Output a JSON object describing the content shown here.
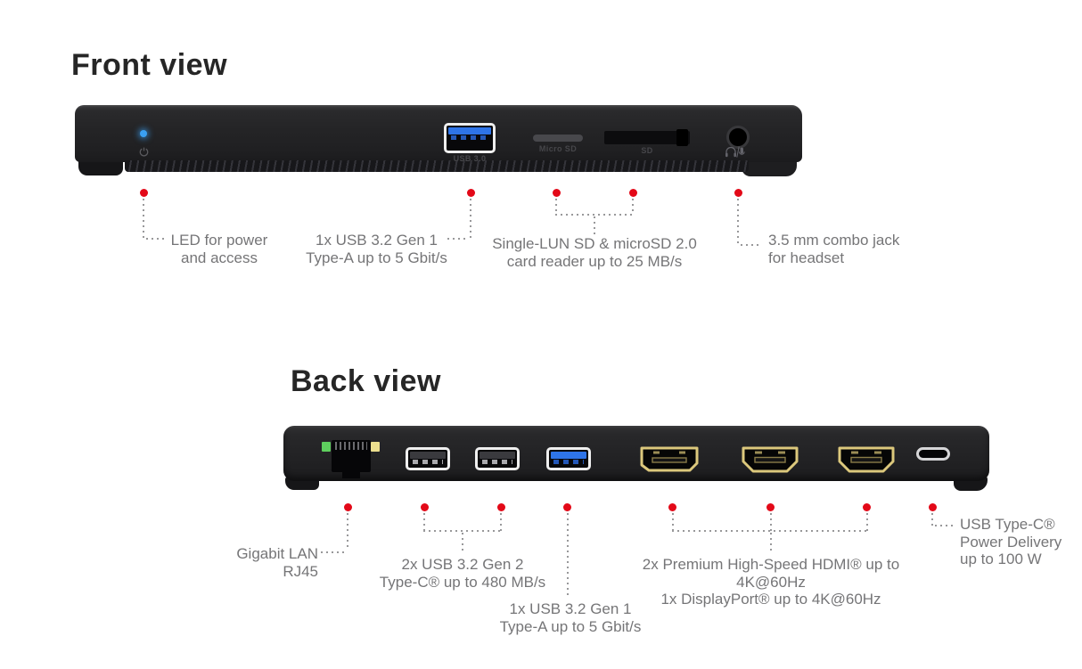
{
  "front": {
    "title": "Front view",
    "device": {
      "usb_label": "USB 3.0",
      "microsd_label": "Micro SD",
      "sd_label": "SD"
    },
    "annotations": {
      "led": "LED for power\nand access",
      "usb": "1x USB 3.2 Gen 1\nType-A up to 5 Gbit/s",
      "card_reader": "Single-LUN SD & microSD 2.0\ncard reader up to 25 MB/s",
      "jack": "3.5 mm combo jack\nfor headset"
    }
  },
  "back": {
    "title": "Back view",
    "annotations": {
      "lan": "Gigabit LAN\nRJ45",
      "usb_gen2": "2x USB 3.2 Gen 2\nType-C® up to 480 MB/s",
      "usb_gen1": "1x USB 3.2 Gen 1\nType-A up to 5 Gbit/s",
      "video": "2x Premium High-Speed HDMI® up to 4K@60Hz\n1x DisplayPort® up to 4K@60Hz",
      "usb_c_pd": "USB Type-C®\nPower Delivery\nup to 100 W"
    }
  },
  "colors": {
    "annotation_red": "#e30918",
    "usb3_blue": "#2e74e8",
    "led_blue": "#3aa0f2",
    "gold": "#dcc87c",
    "lan_green": "#5ecf5e",
    "lan_yellow": "#ecdf8e",
    "label_gray": "#757577",
    "heading_black": "#262626"
  }
}
